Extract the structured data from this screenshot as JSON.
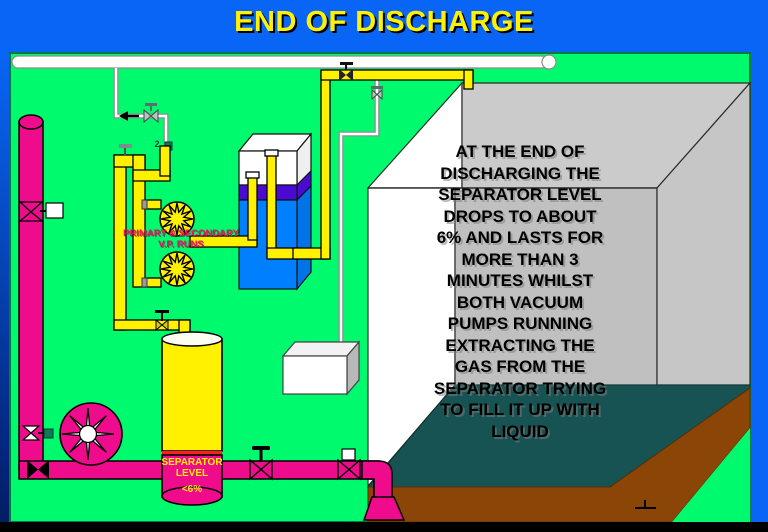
{
  "title": "END OF DISCHARGE",
  "note": "AT THE END OF\nDISCHARGING THE\nSEPARATOR LEVEL\nDROPS TO ABOUT\n6% AND LASTS FOR\nMORE THAN 3\nMINUTES WHILST\nBOTH VACUUM\nPUMPS RUNNING\nEXTRACTING THE\nGAS FROM THE\nSEPARATOR TRYING\nTO FILL IT UP WITH\nLIQUID",
  "labels": {
    "pumps": "PRIMARY & SECONDARY\nV.P. RUNS",
    "separator_level": "SEPARATOR\nLEVEL",
    "separator_value": "<6%",
    "valve_tag": "2"
  },
  "colors": {
    "banner_blue": "#0965F5",
    "background_green": "#00FA6E",
    "pipe_pink": "#EE0C8C",
    "pipe_yellow": "#FFF100",
    "title_yellow": "#FFF200",
    "label_pink": "#E8125F",
    "tank_liquid_blue": "#0080FF",
    "tank_band_purple": "#4B0AD2",
    "cargo_liquid_teal": "#175353",
    "floor_brown": "#8B4507",
    "cargo_tank_gray": "#C0C0C0"
  }
}
